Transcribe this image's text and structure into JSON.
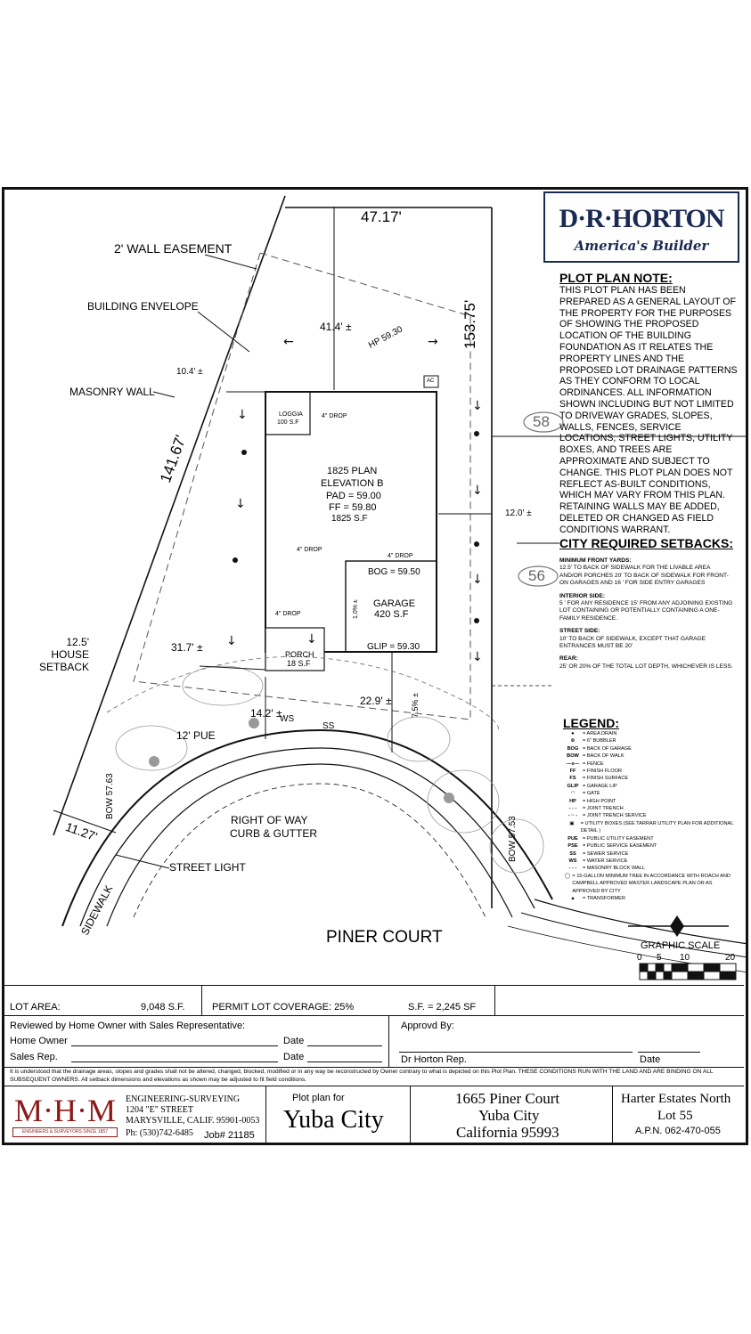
{
  "logo": {
    "brand": "D·R·HORTON",
    "tagline": "America's Builder"
  },
  "plot_plan_note": {
    "title": "PLOT PLAN NOTE:",
    "text": "THIS PLOT PLAN HAS BEEN PREPARED AS A GENERAL LAYOUT OF THE PROPERTY FOR THE PURPOSES OF SHOWING THE PROPOSED LOCATION OF THE BUILDING FOUNDATION AS IT RELATES THE PROPERTY LINES AND THE PROPOSED LOT DRAINAGE PATTERNS AS THEY CONFORM TO LOCAL ORDINANCES. ALL INFORMATION SHOWN INCLUDING BUT NOT LIMITED TO DRIVEWAY GRADES, SLOPES, WALLS, FENCES, SERVICE LOCATIONS, STREET LIGHTS, UTILITY BOXES, AND TREES ARE APPROXIMATE AND SUBJECT TO CHANGE. THIS PLOT PLAN DOES NOT REFLECT AS-BUILT CONDITIONS, WHICH MAY VARY FROM THIS PLAN. RETAINING WALLS MAY BE ADDED, DELETED OR CHANGED AS FIELD CONDITIONS WARRANT."
  },
  "setbacks": {
    "title": "CITY REQUIRED SETBACKS:",
    "front_hd": "MINIMUM FRONT YARDS:",
    "front": "12.5' TO BACK OF SIDEWALK FOR THE LIVABLE AREA AND/OR PORCHES 20' TO BACK OF SIDEWALK FOR FRONT-ON GARAGES AND 16 ' FOR SIDE ENTRY GARAGES",
    "interior_hd": "INTERIOR SIDE:",
    "interior": "5 ' FOR ANY RESIDENCE 15' FROM ANY ADJOINING EXISTING LOT CONTAINING OR POTENTIALLY CONTAINING A ONE-FAMILY RESIDENCE.",
    "street_hd": "STREET SIDE:",
    "street": "10' TO BACK OF SIDEWALK, EXCEPT THAT GARAGE ENTRANCES MUST BE 20'",
    "rear_hd": "REAR:",
    "rear": "25' OR 20% OF THE TOTAL LOT DEPTH, WHICHEVER IS LESS."
  },
  "lot_numbers": {
    "north": "58",
    "east": "56"
  },
  "legend": {
    "title": "LEGEND:",
    "items": [
      {
        "sym": "●",
        "text": "= AREA DRAIN"
      },
      {
        "sym": "⊛",
        "text": "= 6\" BUBBLER"
      },
      {
        "sym": "BOG",
        "text": "= BACK OF GARAGE"
      },
      {
        "sym": "BOW",
        "text": "= BACK OF WALK"
      },
      {
        "sym": "—x—",
        "text": "= FENCE"
      },
      {
        "sym": "FF",
        "text": "= FINISH FLOOR"
      },
      {
        "sym": "FS",
        "text": "= FINISH SURFACE"
      },
      {
        "sym": "GLIP",
        "text": "= GARAGE LIP"
      },
      {
        "sym": "◠",
        "text": "= GATE"
      },
      {
        "sym": "HP",
        "text": "= HIGH POINT"
      },
      {
        "sym": "- - -",
        "text": "= JOINT TRENCH"
      },
      {
        "sym": "- ·· -",
        "text": "= JOINT TRENCH SERVICE"
      },
      {
        "sym": "▣",
        "text": "= UTILITY BOXES (SEE TARRAR UTILITY PLAN FOR ADDITIONAL DETAIL )"
      },
      {
        "sym": "PUE",
        "text": "= PUBLIC UTILITY EASEMENT"
      },
      {
        "sym": "PSE",
        "text": "= PUBLIC SERVICE EASEMENT"
      },
      {
        "sym": "SS",
        "text": "= SEWER SERVICE"
      },
      {
        "sym": "WS",
        "text": "= WATER SERVICE"
      },
      {
        "sym": "- - -",
        "text": "= MASONRY BLOCK WALL"
      },
      {
        "sym": "◯",
        "text": "= 15-GALLON MINIMUM TREE IN ACCORDANCE WITH ROACH AND CAMPBELL APPROVED MASTER LANDSCAPE PLAN OR AS APPROVED BY CITY"
      },
      {
        "sym": "▲",
        "text": "= TRANSFORMER"
      }
    ]
  },
  "graphic_scale": {
    "title": "GRAPHIC SCALE",
    "ticks": [
      "0",
      "5",
      "10",
      "20"
    ]
  },
  "plan": {
    "dim_top": "47.17'",
    "dim_right": "153.75'",
    "dim_left": "141.67'",
    "wall_easement": "2' WALL EASEMENT",
    "building_envelope": "BUILDING ENVELOPE",
    "masonry_wall": "MASONRY WALL",
    "rear_setback": "41.4' ±",
    "hp": "HP 59.30",
    "side_left": "10.4' ±",
    "side_right": "12.0' ±",
    "loggia": "LOGGIA",
    "loggia_sf": "100 S.F",
    "drop": "4\" DROP",
    "plan_name": "1825 PLAN",
    "elevation": "ELEVATION B",
    "pad": "PAD = 59.00",
    "ff": "FF = 59.80",
    "plan_sf": "1825 S.F",
    "bog": "BOG = 59.50",
    "garage": "GARAGE",
    "garage_sf": "420 S.F",
    "glip": "GLIP = 59.30",
    "slope_drive": "1.0% ±",
    "porch": "PORCH",
    "porch_sf": "18 S.F",
    "house_setback": "12.5' HOUSE SETBACK",
    "front_left": "31.7' ±",
    "front_porch": "14.2' ±",
    "front_garage": "22.9' ±",
    "slope_front": "7.5% ±",
    "ws": "WS",
    "ss": "SS",
    "pue": "12' PUE",
    "row": "RIGHT OF WAY",
    "curb": "CURB & GUTTER",
    "street_light": "STREET LIGHT",
    "bow_left": "BOW 57.63",
    "bow_right": "BOW 57.53",
    "sidewalk": "SIDEWALK",
    "sidewalk_dim": "11.27'",
    "street_name": "PINER COURT",
    "ac": "AC"
  },
  "title_block": {
    "lot_area_label": "LOT AREA:",
    "lot_area": "9,048 S.F.",
    "coverage": "PERMIT LOT COVERAGE: 25%",
    "sf": "S.F. = 2,245 SF",
    "reviewed": "Reviewed by Home Owner with Sales Representative:",
    "home_owner": "Home Owner",
    "date": "Date",
    "sales_rep": "Sales Rep.",
    "approved": "Approvd By:",
    "dr_rep": "Dr Horton Rep.",
    "disclaimer": "It is understood that the drainage areas, slopes and grades shall not be altered, changed, blocked, modified or in any way be reconstructed by Owner contrary to what is depicted on this Plot Plan.  THESE CONDITIONS RUN WITH THE LAND AND ARE BINDING ON ALL SUBSEQUENT OWNERS.  All setback dimensions and elevations as shown may be adjusted to fit field conditions.",
    "mhm": "M·H·M",
    "mhm_sub": "ENGINEERS & SURVEYORS SINCE 1857",
    "firm_1": "ENGINEERING-SURVEYING",
    "firm_2": "1204 \"E\" STREET",
    "firm_3": "MARYSVILLE, CALIF. 95901-0053",
    "firm_4": "Ph: (530)742-6485",
    "job": "Job# 21185",
    "plot_plan_for": "Plot plan for",
    "city": "Yuba City",
    "addr_1": "1665 Piner Court",
    "addr_2": "Yuba City",
    "addr_3": "California 95993",
    "sub_1": "Harter Estates North",
    "sub_2": "Lot 55",
    "apn": "A.P.N. 062-470-055"
  }
}
